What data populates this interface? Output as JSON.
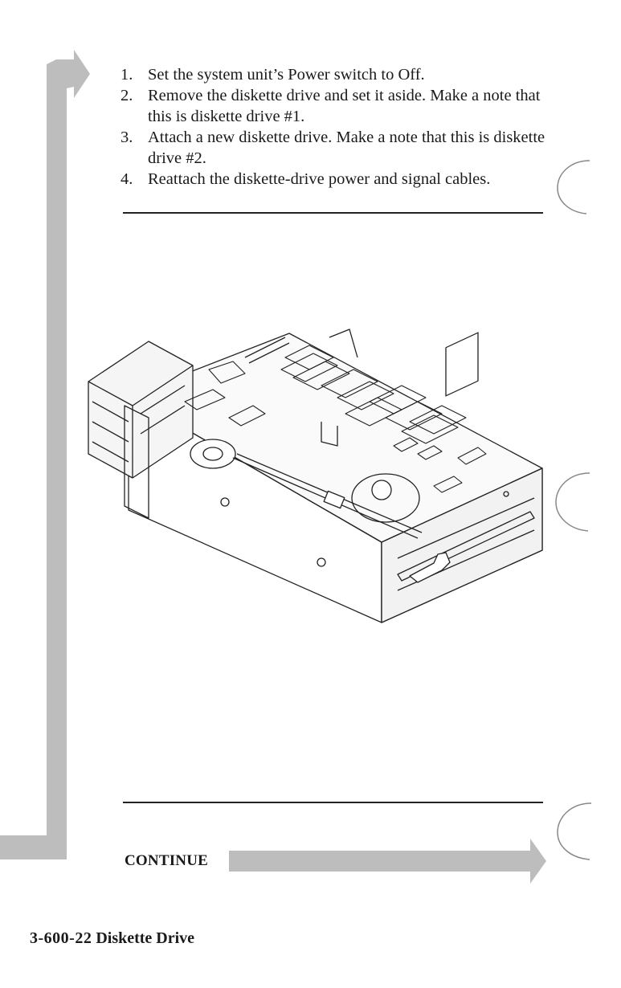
{
  "steps": [
    {
      "num": "1.",
      "text": "Set the system unit’s Power switch to Off."
    },
    {
      "num": "2.",
      "text": "Remove the diskette drive and set it aside.  Make a note that this is diskette drive #1."
    },
    {
      "num": "3.",
      "text": "Attach a new diskette drive. Make a note that this is diskette drive #2."
    },
    {
      "num": "4.",
      "text": "Reattach the diskette-drive power and signal cables."
    }
  ],
  "continue_label": "CONTINUE",
  "footer": {
    "page_code": "3-600-22",
    "section": "Diskette Drive"
  },
  "icons": {
    "flow_arrow": "gray-flow-arrow-icon",
    "continue_arrow": "continue-arrow-icon",
    "drawing": "diskette-drive-illustration"
  },
  "colors": {
    "flow_gray": "#bdbdbd",
    "text": "#1a1a1a"
  }
}
